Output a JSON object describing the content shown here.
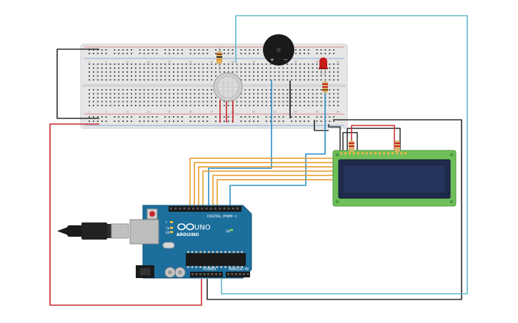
{
  "arduino": {
    "logo_text": "ARDUINO",
    "model": "UNO",
    "digital_label": "DIGITAL (PWM~)",
    "power_label": "POWER",
    "analog_label": "ANALOG IN",
    "on_label": "ON",
    "tx_label": "TX",
    "rx_label": "RX",
    "l_label": "L"
  },
  "breadboard": {
    "row_numbers": [
      "1",
      "5",
      "10",
      "15",
      "20",
      "25",
      "30",
      "35",
      "40",
      "45",
      "50",
      "55",
      "60"
    ]
  },
  "buzzer": {
    "plus": "+",
    "minus": "−"
  },
  "colors": {
    "wire_black": "#2a2a2a",
    "wire_red": "#c8262c",
    "wire_cyan": "#5db8c8",
    "wire_blue": "#2a8ec8",
    "wire_orange": "#e8961e",
    "board_blue": "#1c6e9c",
    "breadboard": "#e6e6e6",
    "lcd_green": "#6fbf5a",
    "lcd_screen": "#1e2a4a",
    "led_red": "#c41a1a"
  }
}
